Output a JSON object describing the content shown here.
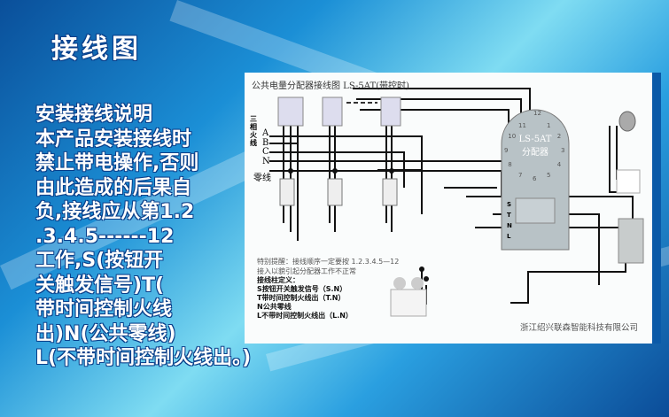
{
  "title": "接线图",
  "description": [
    "安装接线说明",
    "本产品安装接线时",
    "禁止带电操作,否则",
    "由此造成的后果自",
    "负,接线应从第1.2",
    ".3.4.5------12",
    "工作,S(按钮开",
    "关触发信号)T(",
    "带时间控制火线",
    "出)N(公共零线)",
    "L(不带时间控制火线出。)"
  ],
  "diagram": {
    "title": "公共电量分配器接线图  LS-5AT(带控时)",
    "three_phase_label": "三相火线",
    "phases": [
      "A",
      "B",
      "C",
      "N"
    ],
    "neutral_label": "零线",
    "device_label": "LS-5AT",
    "device_sub": "分配器",
    "dial_numbers": [
      "12",
      "1",
      "2",
      "3",
      "4",
      "5",
      "6",
      "7",
      "8",
      "9",
      "10",
      "11"
    ],
    "terminals": [
      "S",
      "T",
      "N",
      "L"
    ],
    "notice": [
      "特别提醒：接线顺序一定要按 1.2.3.4.5—12",
      "接入以貌引起分配器工作不正常"
    ],
    "legend_title": "接线柱定义：",
    "legend": [
      "S按钮开关触发信号（S.N）",
      "T带时间控制火线出（T.N）",
      "N公共零线",
      "L不带时间控制火线出（L.N）"
    ],
    "company": "浙江绍兴联森智能科技有限公司"
  }
}
